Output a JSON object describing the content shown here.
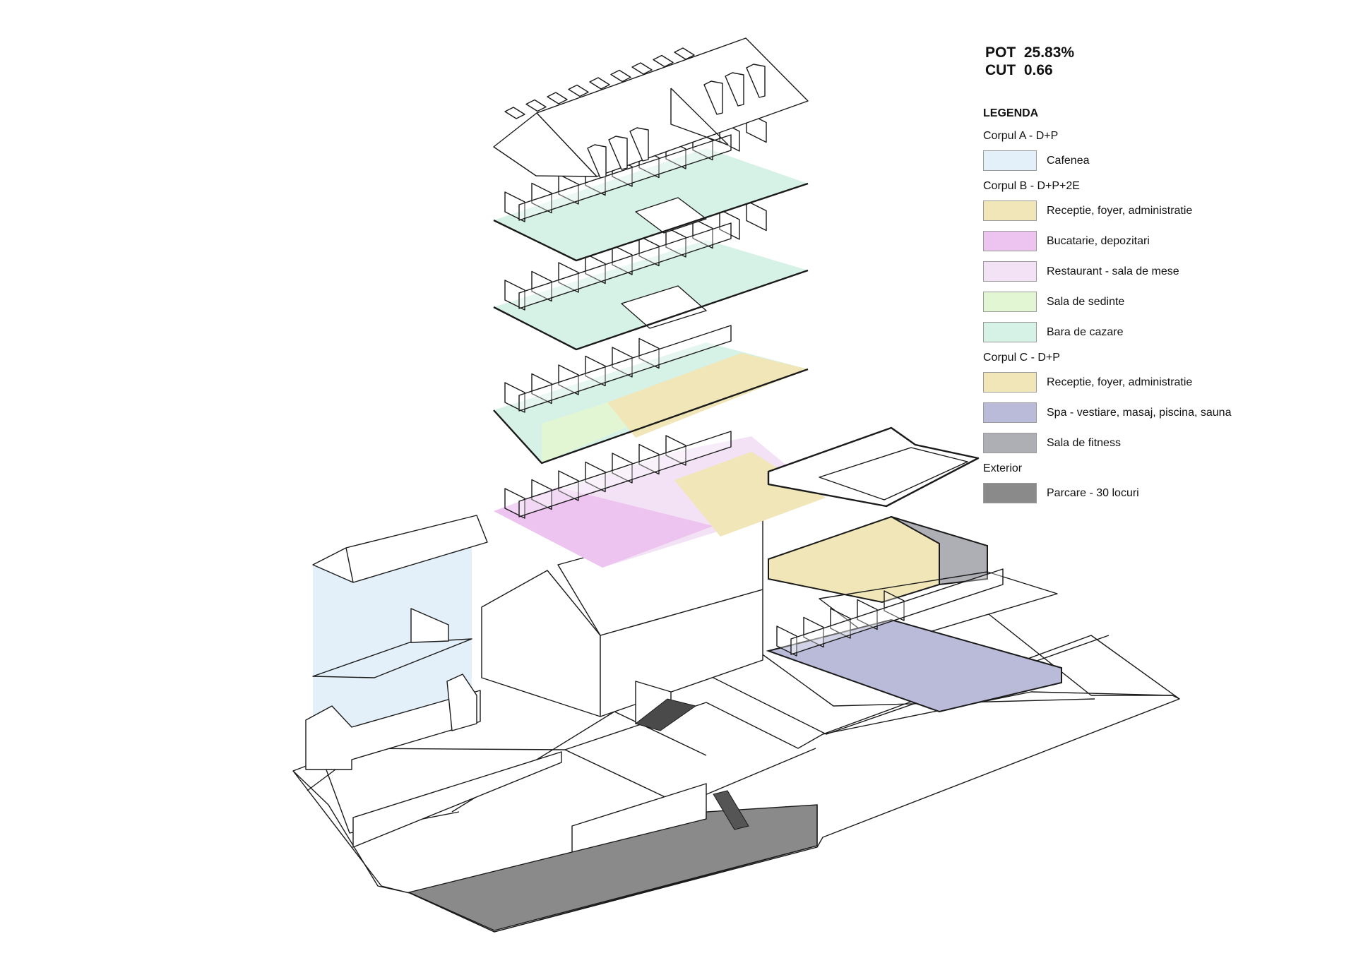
{
  "stats": {
    "pot_label": "POT",
    "pot_value": "25.83%",
    "cut_label": "CUT",
    "cut_value": "0.66"
  },
  "legend": {
    "title": "LEGENDA",
    "groups": [
      {
        "name": "Corpul A - D+P",
        "items": [
          {
            "label": "Cafenea",
            "color": "#e3f0f9"
          }
        ]
      },
      {
        "name": "Corpul B - D+P+2E",
        "items": [
          {
            "label": "Receptie, foyer, administratie",
            "color": "#f0e6b8"
          },
          {
            "label": "Bucatarie, depozitari",
            "color": "#edc3f0"
          },
          {
            "label": "Restaurant - sala de mese",
            "color": "#f3e2f6"
          },
          {
            "label": "Sala de sedinte",
            "color": "#e2f6d3"
          },
          {
            "label": "Bara de cazare",
            "color": "#d6f1e6"
          }
        ]
      },
      {
        "name": "Corpul C - D+P",
        "items": [
          {
            "label": "Receptie, foyer, administratie",
            "color": "#f0e6b8"
          },
          {
            "label": "Spa - vestiare, masaj, piscina, sauna",
            "color": "#b9bbd8"
          },
          {
            "label": "Sala de fitness",
            "color": "#aeafb4"
          }
        ]
      },
      {
        "name": "Exterior",
        "items": [
          {
            "label": "Parcare - 30 locuri",
            "color": "#8a8a8a"
          }
        ]
      }
    ]
  },
  "drawing": {
    "description": "Exploded axonometric of building complex",
    "colors": {
      "line": "#1a1a1a",
      "cafenea": "#e3f0f9",
      "receptie": "#f0e6b8",
      "bucatarie": "#edc3f0",
      "restaurant": "#f3e2f6",
      "sedinte": "#e2f6d3",
      "cazare": "#d6f1e6",
      "spa": "#b9bbd8",
      "fitness": "#aeafb4",
      "parcare": "#8a8a8a"
    }
  }
}
